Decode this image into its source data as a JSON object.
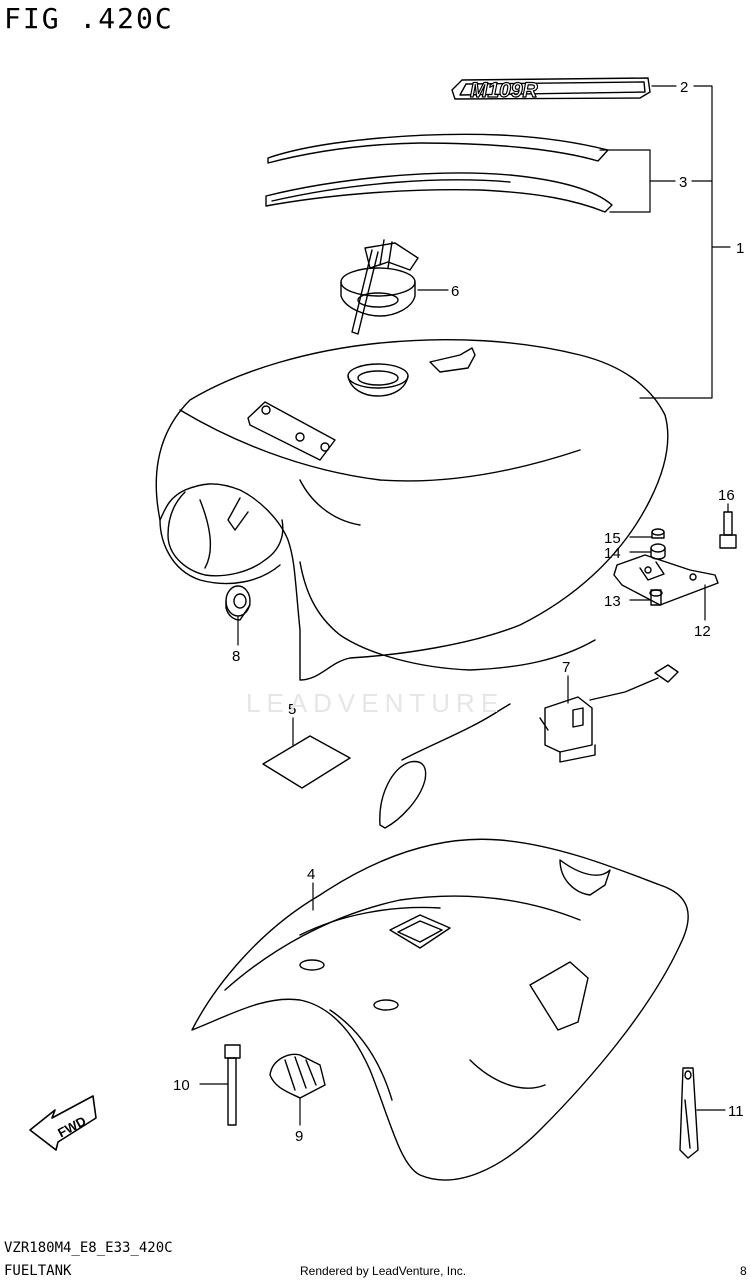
{
  "figure": {
    "title": "FIG .420C",
    "model_code": "VZR180M4_E8_E33_420C",
    "name": "FUELTANK",
    "credit": "Rendered by LeadVenture, Inc.",
    "page": "8",
    "watermark": "LEADVENTURE"
  },
  "emblem_text": "M109R",
  "fwd_label": "FWD",
  "callouts": [
    {
      "id": "c1",
      "label": "1"
    },
    {
      "id": "c2",
      "label": "2"
    },
    {
      "id": "c3",
      "label": "3"
    },
    {
      "id": "c4",
      "label": "4"
    },
    {
      "id": "c5",
      "label": "5"
    },
    {
      "id": "c6",
      "label": "6"
    },
    {
      "id": "c7",
      "label": "7"
    },
    {
      "id": "c8",
      "label": "8"
    },
    {
      "id": "c9",
      "label": "9"
    },
    {
      "id": "c10",
      "label": "10"
    },
    {
      "id": "c11",
      "label": "11"
    },
    {
      "id": "c12",
      "label": "12"
    },
    {
      "id": "c13",
      "label": "13"
    },
    {
      "id": "c14",
      "label": "14"
    },
    {
      "id": "c15",
      "label": "15"
    },
    {
      "id": "c16",
      "label": "16"
    }
  ]
}
